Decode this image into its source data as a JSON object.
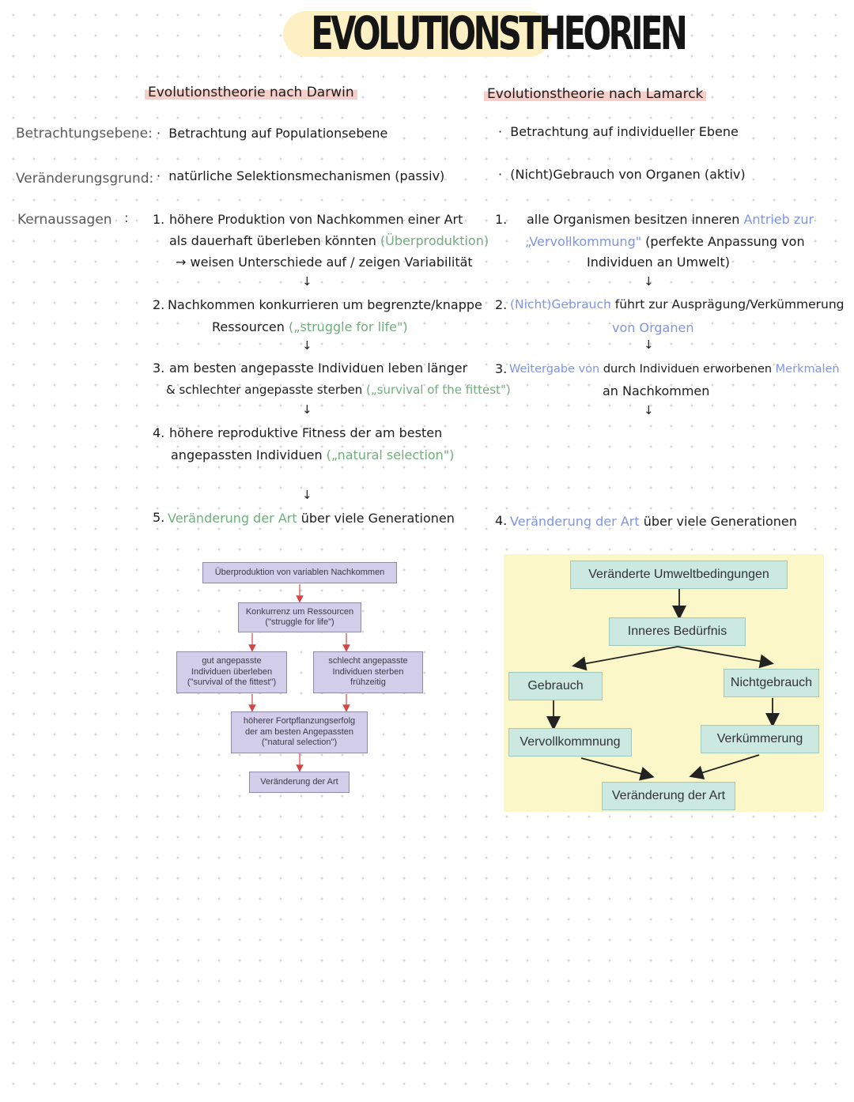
{
  "title": "EVOLUTIONSTHEORIEN",
  "row_labels": {
    "betrachtung": "Betrachtungsebene:",
    "grund": "Veränderungsgrund:",
    "kern": "Kernaussagen",
    "kern_colon": ":"
  },
  "darwin": {
    "heading": "Evolutionstheorie nach Darwin",
    "betrachtung": "Betrachtung auf Populationsebene",
    "grund": "natürliche Selektionsmechanismen (passiv)",
    "p1_num": "1.",
    "p1_l1": "höhere Produktion von Nachkommen einer Art",
    "p1_l2a": "als dauerhaft überleben könnten",
    "p1_l2b": "(Überproduktion)",
    "p1_l3": "→ weisen Unterschiede auf / zeigen Variabilität",
    "p2_num": "2.",
    "p2_l1": "Nachkommen konkurrieren um begrenzte/knappe",
    "p2_l2a": "Ressourcen",
    "p2_l2b": "(„struggle for life\")",
    "p3_num": "3.",
    "p3_l1": "am besten angepasste Individuen leben länger",
    "p3_l2a": "& schlechter angepasste sterben",
    "p3_l2b": "(„survival of the fittest\")",
    "p4_num": "4.",
    "p4_l1": "höhere reproduktive Fitness der am besten",
    "p4_l2a": "angepassten Individuen",
    "p4_l2b": "(„natural selection\")",
    "p5_num": "5.",
    "p5a": "Veränderung der Art",
    "p5b": "über viele Generationen"
  },
  "lamarck": {
    "heading": "Evolutionstheorie nach Lamarck",
    "betrachtung": "Betrachtung auf individueller Ebene",
    "grund": "(Nicht)Gebrauch von Organen (aktiv)",
    "p1_num": "1.",
    "p1_l1a": "alle Organismen besitzen inneren",
    "p1_l1b": "Antrieb zur",
    "p1_l2a": "„Vervollkommung\"",
    "p1_l2b": "(perfekte Anpassung von",
    "p1_l3": "Individuen an Umwelt)",
    "p2_num": "2.",
    "p2_l1a": "(Nicht)Gebrauch",
    "p2_l1b": "führt zur Ausprägung/Verkümmerung",
    "p2_l2": "von Organen",
    "p3_num": "3.",
    "p3_l1a": "Weitergabe von",
    "p3_l1b": "durch Individuen erworbenen",
    "p3_l1c": "Merkmalen",
    "p3_l2": "an Nachkommen",
    "p4_num": "4.",
    "p4a": "Veränderung der Art",
    "p4b": "über viele Generationen"
  },
  "arrow_glyph": "↓",
  "bullet": "·",
  "darwin_diagram": {
    "box1": "Überproduktion von variablen Nachkommen",
    "box2_l1": "Konkurrenz um Ressourcen",
    "box2_l2": "(\"struggle for life\")",
    "box3_l1": "gut angepasste",
    "box3_l2": "Individuen überleben",
    "box3_l3": "(\"survival of the fittest\")",
    "box4_l1": "schlecht angepasste",
    "box4_l2": "Individuen sterben",
    "box4_l3": "frühzeitig",
    "box5_l1": "höherer Fortpflanzungserfolg",
    "box5_l2": "der am besten Angepassten",
    "box5_l3": "(\"natural selection\")",
    "box6": "Veränderung der Art",
    "arrow_color": "#d64545"
  },
  "lamarck_diagram": {
    "box1": "Veränderte Umweltbedingungen",
    "box2": "Inneres Bedürfnis",
    "box3": "Gebrauch",
    "box4": "Nichtgebrauch",
    "box5": "Vervollkommnung",
    "box6": "Verkümmerung",
    "box7": "Veränderung der Art",
    "background": "#fbf7c9",
    "box_color": "#cbe9e0"
  },
  "colors": {
    "green": "#6fae7d",
    "blue": "#7f95e2",
    "heading_highlight": "#f6cfcb",
    "title_highlight": "#fdf0c4"
  }
}
